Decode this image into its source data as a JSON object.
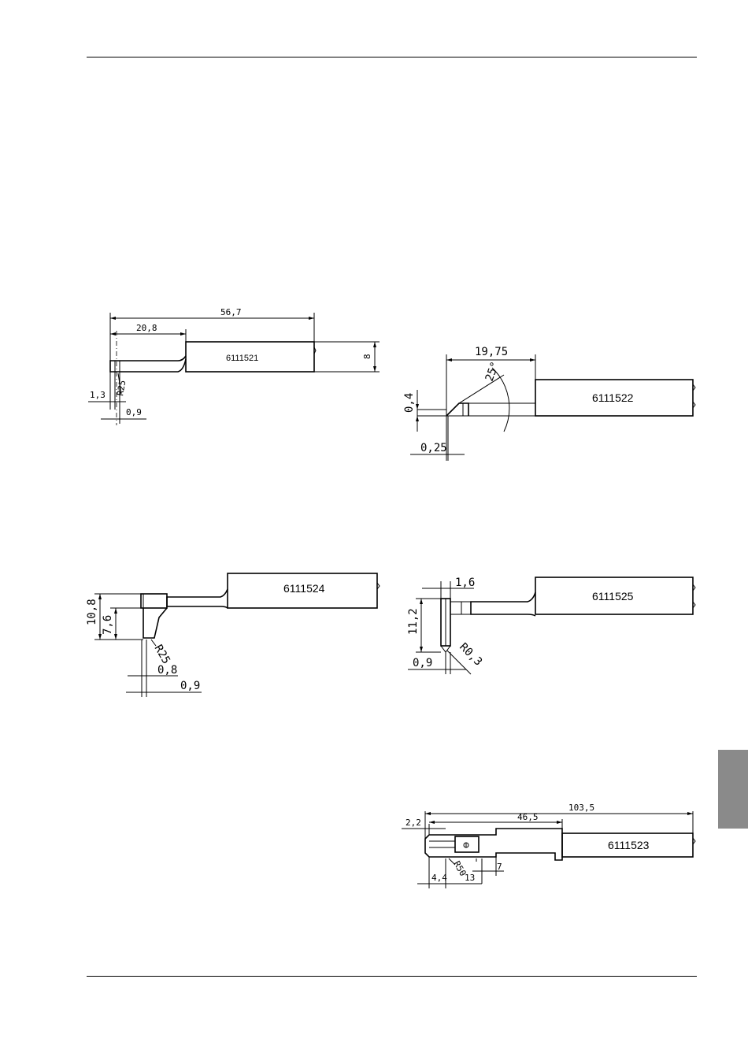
{
  "page": {
    "top_rule": true,
    "bottom_rule": true,
    "side_tab_color": "#8a8a8a"
  },
  "drawings": [
    {
      "part_number": "6111521",
      "dimensions": {
        "overall": "56,7",
        "tip_length": "20,8",
        "height": "8",
        "tip_width": "1,3",
        "radius": "R25",
        "tip_offset": "0,9"
      }
    },
    {
      "part_number": "6111522",
      "dimensions": {
        "length": "19,75",
        "angle": "25°",
        "tip_height": "0,4",
        "tip_width": "0,25"
      }
    },
    {
      "part_number": "6111524",
      "dimensions": {
        "overall_height": "10,8",
        "inner_height": "7,6",
        "radius": "R25",
        "tip_width": "0,8",
        "offset": "0,9"
      }
    },
    {
      "part_number": "6111525",
      "dimensions": {
        "width": "1,6",
        "height": "11,2",
        "radius": "R0,3",
        "offset": "0,9"
      }
    },
    {
      "part_number": "6111523",
      "dimensions": {
        "overall": "103,5",
        "mid": "46,5",
        "tip": "2,2",
        "a": "4,4",
        "b": "13",
        "c": "7",
        "radius": "R50"
      }
    }
  ]
}
